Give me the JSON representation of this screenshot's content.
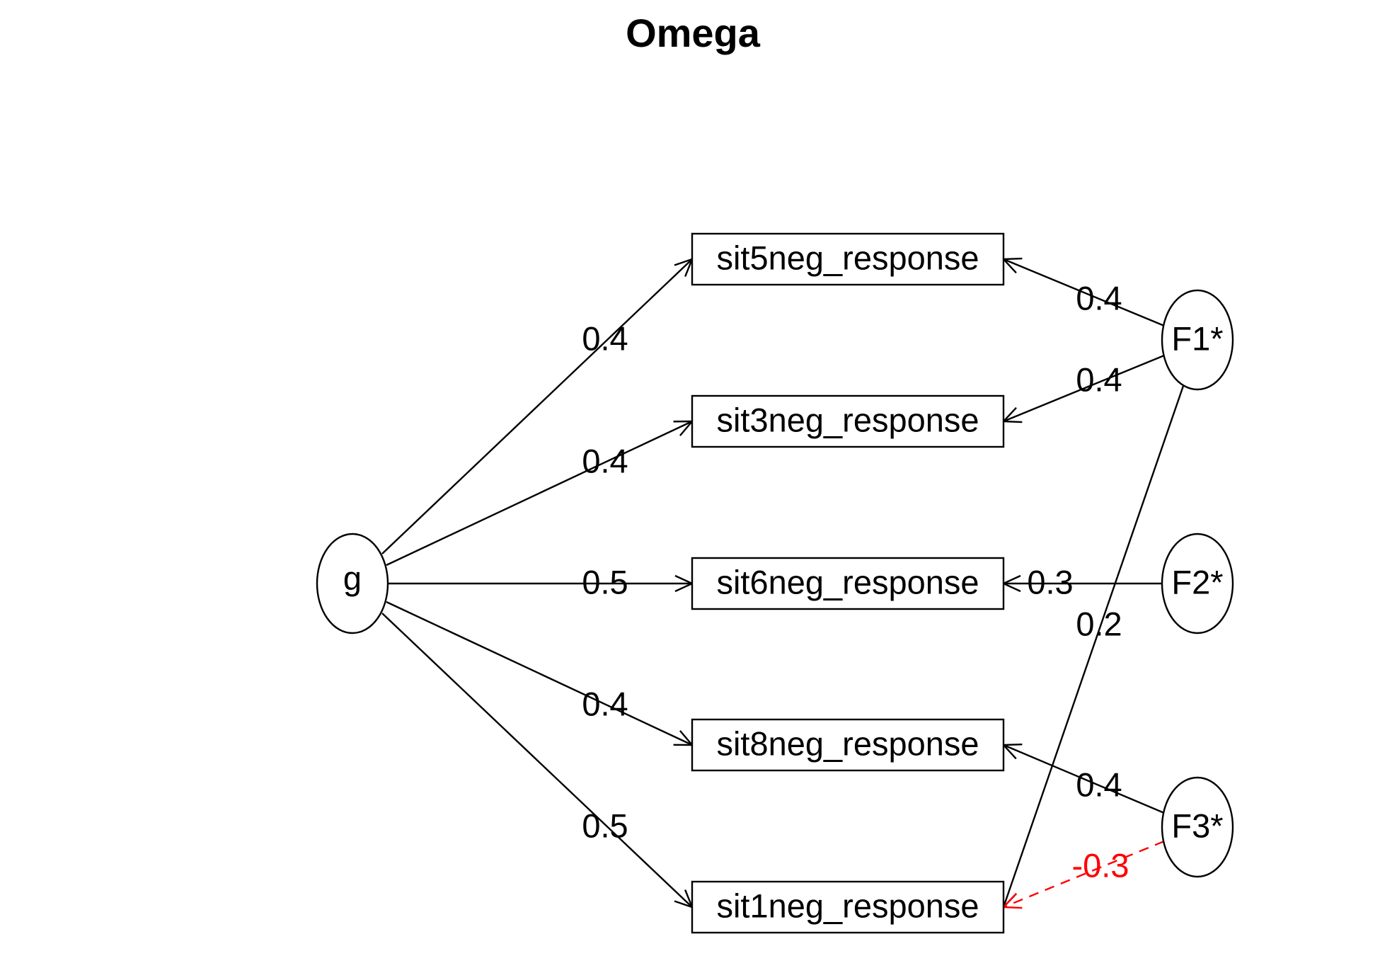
{
  "title": "Omega",
  "general_factor": {
    "id": "g",
    "label": "g"
  },
  "group_factors": [
    {
      "id": "F1",
      "label": "F1*"
    },
    {
      "id": "F2",
      "label": "F2*"
    },
    {
      "id": "F3",
      "label": "F3*"
    }
  ],
  "indicators": [
    {
      "id": "sit5",
      "label": "sit5neg_response"
    },
    {
      "id": "sit3",
      "label": "sit3neg_response"
    },
    {
      "id": "sit6",
      "label": "sit6neg_response"
    },
    {
      "id": "sit8",
      "label": "sit8neg_response"
    },
    {
      "id": "sit1",
      "label": "sit1neg_response"
    }
  ],
  "loadings": [
    {
      "from": "g",
      "to": "sit5",
      "value": "0.4",
      "negative": false
    },
    {
      "from": "g",
      "to": "sit3",
      "value": "0.4",
      "negative": false
    },
    {
      "from": "g",
      "to": "sit6",
      "value": "0.5",
      "negative": false
    },
    {
      "from": "g",
      "to": "sit8",
      "value": "0.4",
      "negative": false
    },
    {
      "from": "g",
      "to": "sit1",
      "value": "0.5",
      "negative": false
    },
    {
      "from": "F1",
      "to": "sit5",
      "value": "0.4",
      "negative": false
    },
    {
      "from": "F1",
      "to": "sit3",
      "value": "0.4",
      "negative": false
    },
    {
      "from": "F1",
      "to": "sit1",
      "value": "0.2",
      "negative": false
    },
    {
      "from": "F2",
      "to": "sit6",
      "value": "0.3",
      "negative": false
    },
    {
      "from": "F3",
      "to": "sit8",
      "value": "0.4",
      "negative": false
    },
    {
      "from": "F3",
      "to": "sit1",
      "value": "-0.3",
      "negative": true
    }
  ],
  "colors": {
    "positive": "#000000",
    "negative": "#ff0000"
  }
}
